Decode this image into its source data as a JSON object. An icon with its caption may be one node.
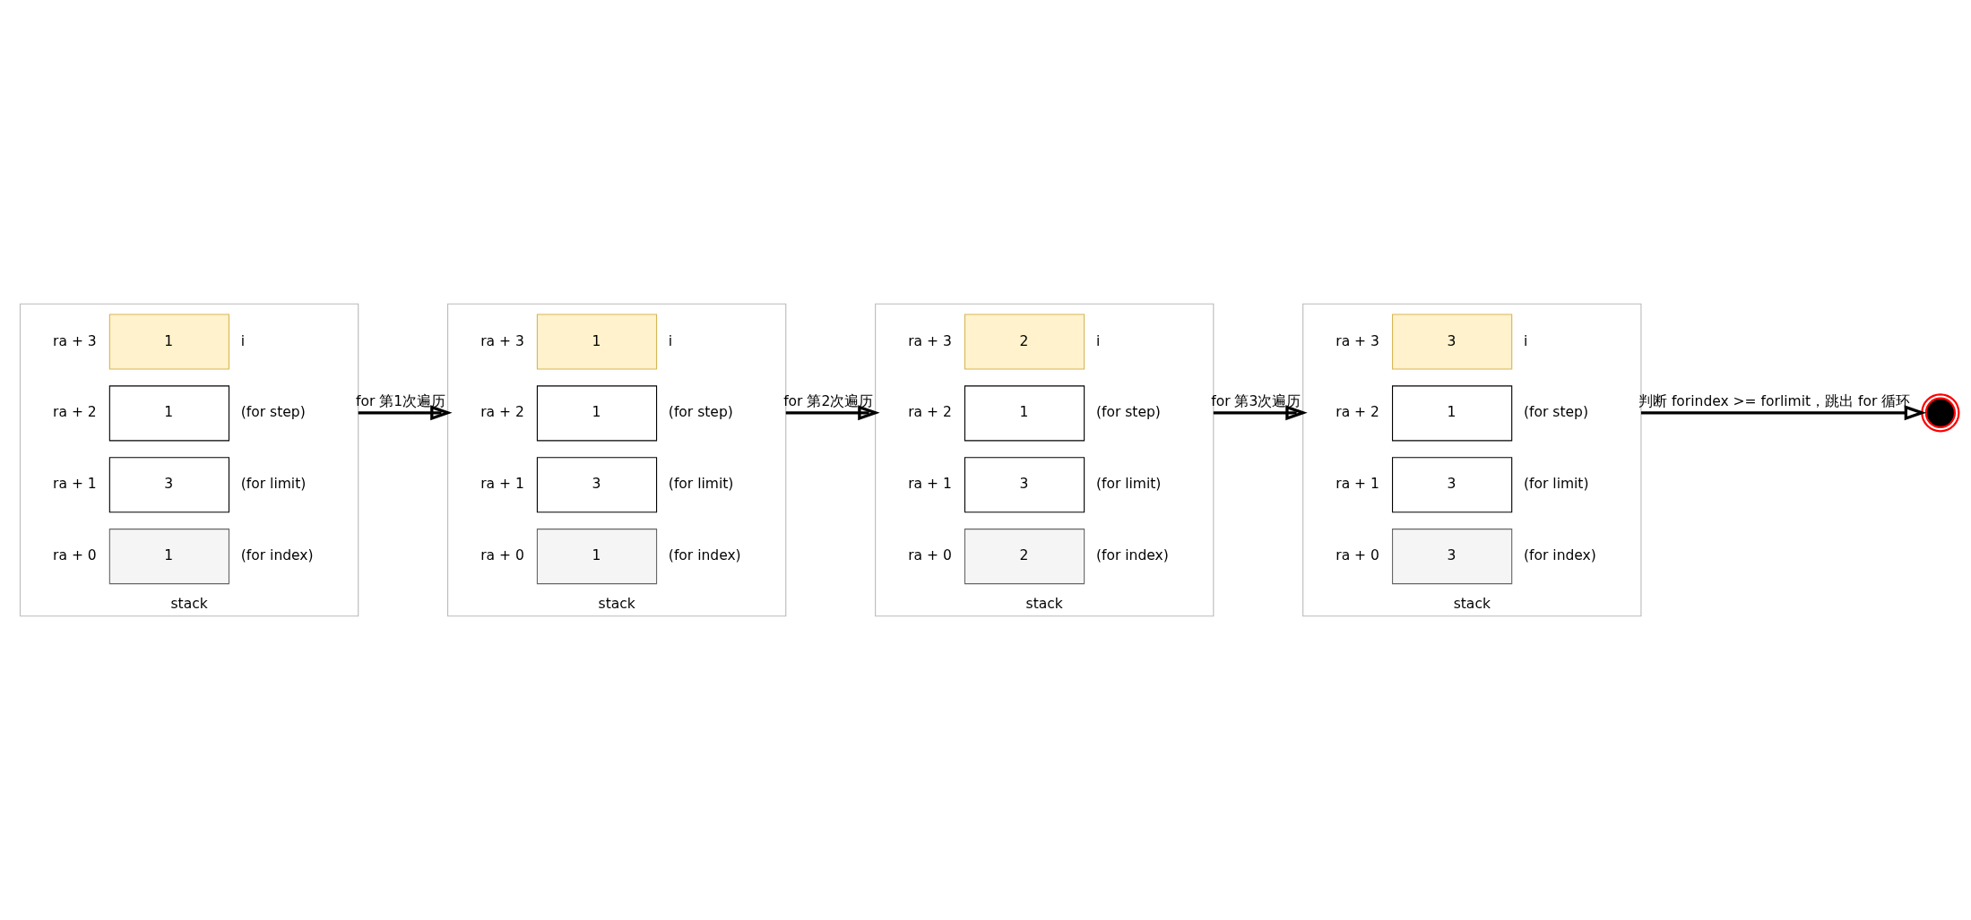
{
  "diagram": {
    "nodes": [
      {
        "text": [
          "stack"
        ]
      },
      {
        "text": [
          "1"
        ],
        "in": 0,
        "beside": [
          "ra + 3",
          "i"
        ]
      },
      {
        "text": [
          "1"
        ],
        "in": 0,
        "beside": [
          "ra + 2",
          "(for step)"
        ]
      },
      {
        "text": [
          "3"
        ],
        "in": 0,
        "beside": [
          "ra + 1",
          "(for limit)"
        ]
      },
      {
        "text": [
          "1"
        ],
        "in": 0,
        "beside": [
          "ra + 0",
          "(for index)"
        ]
      },
      {
        "text": [
          "stack"
        ]
      },
      {
        "text": [
          "1"
        ],
        "in": 5,
        "beside": [
          "ra + 3",
          "i"
        ]
      },
      {
        "text": [
          "1"
        ],
        "in": 5,
        "beside": [
          "ra + 2",
          "(for step)"
        ]
      },
      {
        "text": [
          "3"
        ],
        "in": 5,
        "beside": [
          "ra + 1",
          "(for limit)"
        ]
      },
      {
        "text": [
          "1"
        ],
        "in": 5,
        "beside": [
          "ra + 0",
          "(for index)"
        ]
      },
      {
        "text": [
          "stack"
        ]
      },
      {
        "text": [
          "2"
        ],
        "in": 10,
        "beside": [
          "ra + 3",
          "i"
        ]
      },
      {
        "text": [
          "1"
        ],
        "in": 10,
        "beside": [
          "ra + 2",
          "(for step)"
        ]
      },
      {
        "text": [
          "3"
        ],
        "in": 10,
        "beside": [
          "ra + 1",
          "(for limit)"
        ]
      },
      {
        "text": [
          "2"
        ],
        "in": 10,
        "beside": [
          "ra + 0",
          "(for index)"
        ]
      },
      {
        "text": [
          "stack"
        ]
      },
      {
        "text": [
          "3"
        ],
        "in": 15,
        "beside": [
          "ra + 3",
          "i"
        ]
      },
      {
        "text": [
          "1"
        ],
        "in": 15,
        "beside": [
          "ra + 2",
          "(for step)"
        ]
      },
      {
        "text": [
          "3"
        ],
        "in": 15,
        "beside": [
          "ra + 1",
          "(for limit)"
        ]
      },
      {
        "text": [
          "3"
        ],
        "in": 15,
        "beside": [
          "ra + 0",
          "(for index)"
        ]
      },
      {
        "text": [],
        "shape": "circle"
      }
    ],
    "edges": [
      {
        "from": 0,
        "to": 5,
        "arrow": "to",
        "label": "for 第1次遍历"
      },
      {
        "from": 5,
        "to": 10,
        "arrow": "to",
        "label": "for 第2次遍历"
      },
      {
        "from": 10,
        "to": 15,
        "arrow": "to",
        "label": "for 第3次遍历"
      },
      {
        "from": 15,
        "to": 20,
        "arrow": "to",
        "label": "判断 forindex >= forlimit，跳出 for 循环"
      }
    ]
  }
}
